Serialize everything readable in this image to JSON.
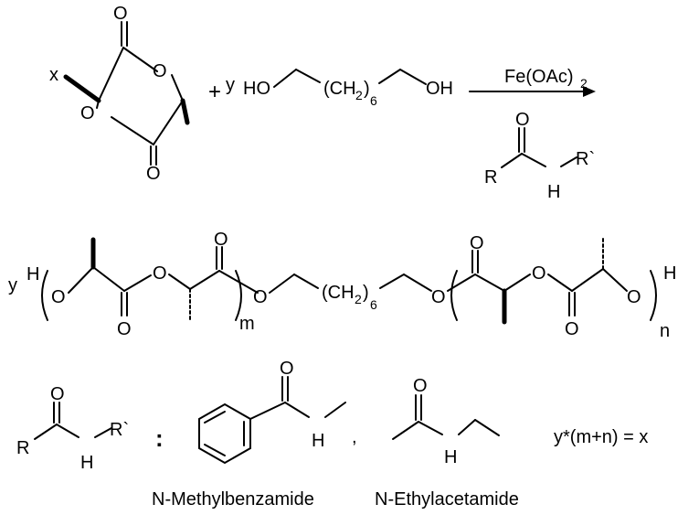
{
  "atoms": {
    "O": "O",
    "H": "H",
    "R": "R",
    "R_prime": "R`",
    "HO": "HO",
    "OH": "OH"
  },
  "coefficients": {
    "x": "x",
    "y": "y",
    "plus": "+"
  },
  "reaction": {
    "catalyst": "Fe(OAc)",
    "catalyst_subscript": "2",
    "chain_open": "(CH",
    "chain_sub_2": "2",
    "chain_close": ")",
    "chain_sub_6": "6"
  },
  "polymer": {
    "repeat_m": "m",
    "repeat_n": "n"
  },
  "legend": {
    "separator": ":",
    "comma": ",",
    "compound_1": "N-Methylbenzamide",
    "compound_2": "N-Ethylacetamide",
    "equation": "y*(m+n) = x"
  }
}
